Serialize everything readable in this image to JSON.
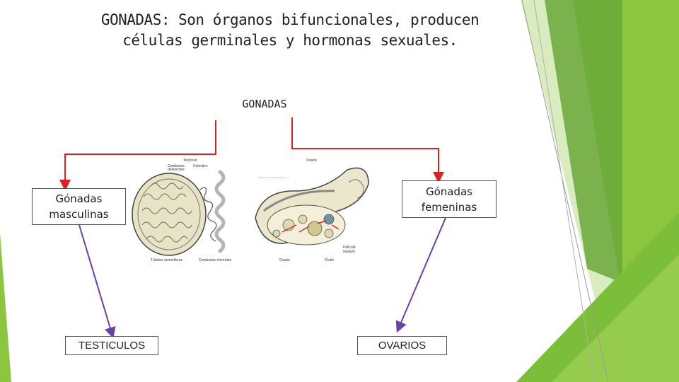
{
  "slide": {
    "title_line1": "GONADAS: Son órganos bifuncionales, producen",
    "title_line2": "células germinales y hormonas sexuales."
  },
  "diagram": {
    "root": "GONADAS",
    "left_branch": "Gónadas masculinas",
    "left_branch_line1": "Gónadas",
    "left_branch_line2": "masculinas",
    "right_branch_line1": "Gónadas",
    "right_branch_line2": "femeninas",
    "left_leaf": "TESTICULOS",
    "right_leaf": "OVARIOS"
  },
  "figure": {
    "label_testiculo": "Testículo",
    "label_conductos": "Conductos",
    "label_conductos2": "deferentes",
    "label_colectivo": "Colectivo",
    "label_ovario": "Ovario",
    "label_tubulos": "Túbulos seminíferos",
    "label_conductos_eferentes": "Conductos eferentes",
    "label_ovario_bottom": "Ovario",
    "label_ovulo": "Óvulo",
    "label_foliculo": "Folículo",
    "label_foliculo2": "maduro"
  },
  "colors": {
    "red_connector": "#e02020",
    "purple_connector": "#6a40a8",
    "green_dark": "#4e8c2a",
    "green_mid": "#7db83a",
    "green_light": "#c8e2a0"
  },
  "icons": [
    "arrow-down-icon"
  ]
}
